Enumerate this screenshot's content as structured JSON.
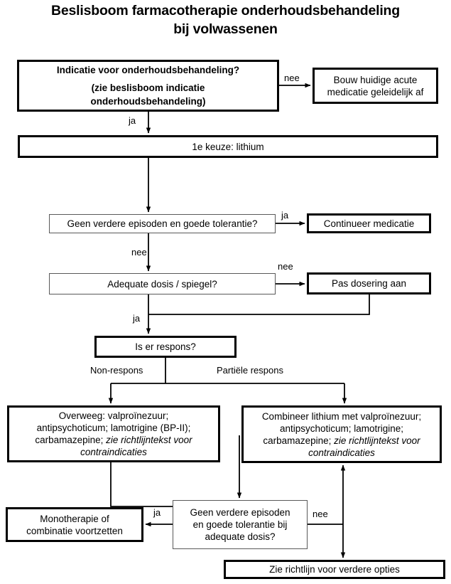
{
  "title": {
    "line1": "Beslisboom farmacotherapie onderhoudsbehandeling",
    "line2": "bij volwassenen"
  },
  "nodes": {
    "indicatie": {
      "line1": "Indicatie voor onderhoudsbehandeling?",
      "line2": "(zie beslisboom indicatie",
      "line3": "onderhoudsbehandeling)"
    },
    "bouw_af": {
      "line1": "Bouw huidige acute",
      "line2": "medicatie geleidelijk af"
    },
    "eerste_keuze": {
      "line1": "1e keuze: lithium"
    },
    "geen_episoden_1": {
      "line1": "Geen verdere episoden en goede tolerantie?"
    },
    "continueer": {
      "line1": "Continueer medicatie"
    },
    "adequate_dosis": {
      "line1": "Adequate dosis / spiegel?"
    },
    "pas_dosering": {
      "line1": "Pas dosering aan"
    },
    "is_respons": {
      "line1": "Is er respons?"
    },
    "overweeg": {
      "line1": "Overweeg: valproïnezuur;",
      "line2": "antipsychoticum; lamotrigine (BP-II);",
      "line3_plain": "carbamazepine; ",
      "line3_italic": "zie richtlijntekst voor",
      "line4_italic": "contraindicaties"
    },
    "combineer": {
      "line1": "Combineer lithium met valproïnezuur;",
      "line2": "antipsychoticum; lamotrigine;",
      "line3_plain": "carbamazepine; ",
      "line3_italic": "zie richtlijntekst voor",
      "line4_italic": "contraindicaties"
    },
    "monotherapie": {
      "line1": "Monotherapie of",
      "line2": "combinatie voortzetten"
    },
    "geen_episoden_2": {
      "line1": "Geen verdere episoden",
      "line2": "en goede tolerantie bij",
      "line3": "adequate dosis?"
    },
    "zie_richtlijn": {
      "line1": "Zie richtlijn voor verdere opties"
    }
  },
  "edge_labels": {
    "nee_indicatie": "nee",
    "ja_indicatie": "ja",
    "ja_geen_episoden_1": "ja",
    "nee_geen_episoden_1": "nee",
    "nee_adequate": "nee",
    "ja_adequate": "ja",
    "non_respons": "Non-respons",
    "partiele_respons": "Partiële respons",
    "ja_geen_episoden_2": "ja",
    "nee_geen_episoden_2": "nee"
  },
  "colors": {
    "stroke": "#000000",
    "thin_stroke": "#595959",
    "background": "#ffffff"
  }
}
